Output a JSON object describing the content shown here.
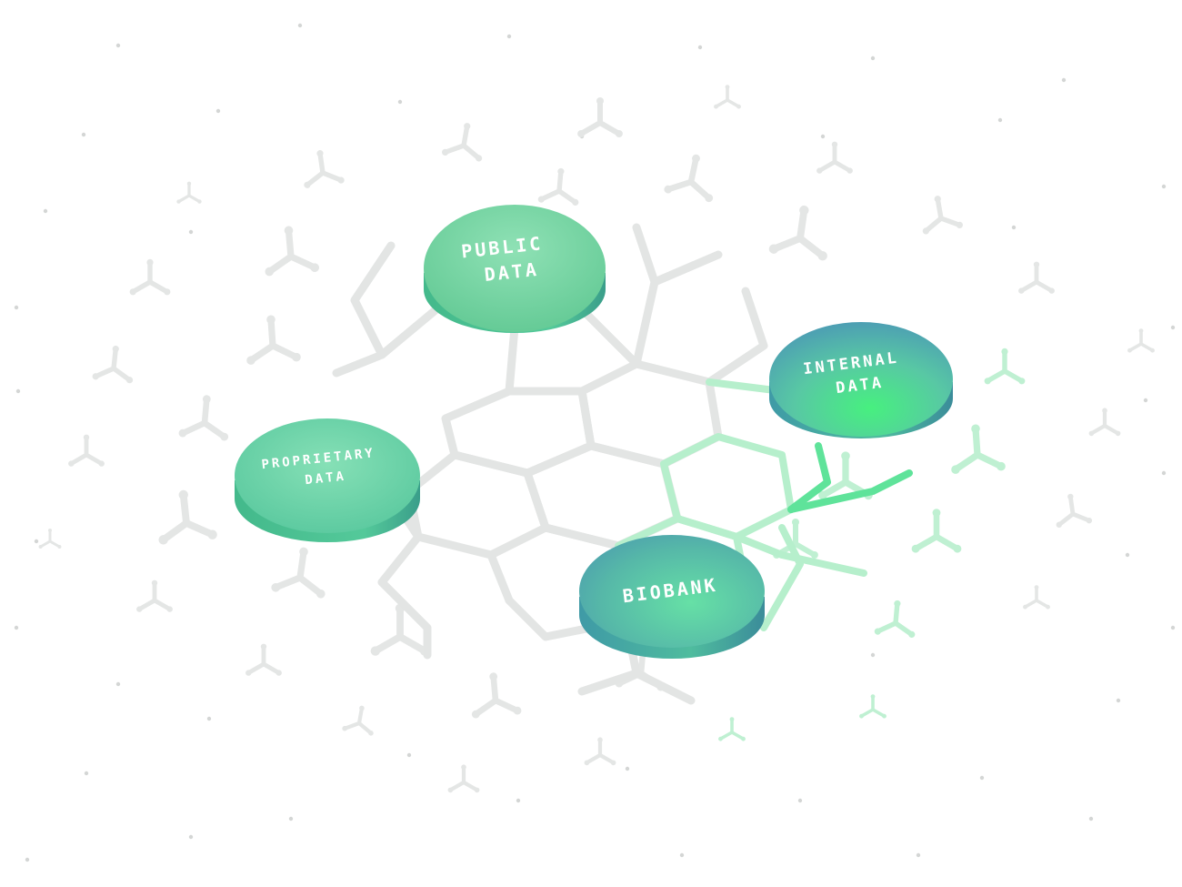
{
  "nodes": [
    {
      "id": "public",
      "lines": [
        "PUBLIC",
        "DATA"
      ]
    },
    {
      "id": "internal",
      "lines": [
        "INTERNAL",
        "DATA"
      ]
    },
    {
      "id": "proprietary",
      "lines": [
        "PROPRIETARY",
        "DATA"
      ]
    },
    {
      "id": "biobank",
      "lines": [
        "BIOBANK"
      ]
    }
  ],
  "colors": {
    "background": "#ffffff",
    "mesh": "#e3e5e4",
    "mesh_active": "#5fe39a",
    "disc_top": "#6fd7a0",
    "disc_side": "#3fb584",
    "disc_blue": "#4aa8b8",
    "label": "#ffffff"
  }
}
